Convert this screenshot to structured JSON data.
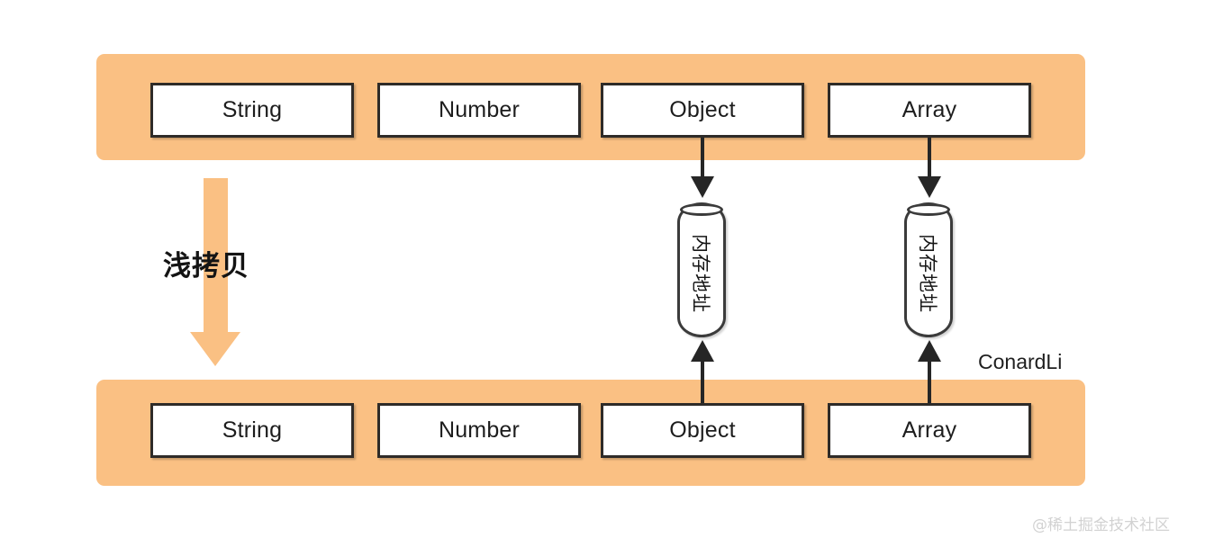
{
  "diagram": {
    "title_label": "浅拷贝",
    "author": "ConardLi",
    "watermark": "@稀土掘金技术社区",
    "colors": {
      "bar_orange": "#fac083",
      "box_border": "#2e2b28",
      "box_fill": "#ffffff",
      "arrow_black": "#262626",
      "text": "#1d1d1d",
      "watermark": "#d2d2d2"
    },
    "top_group": {
      "name": "original-object",
      "items": [
        {
          "label": "String",
          "has_reference": false
        },
        {
          "label": "Number",
          "has_reference": false
        },
        {
          "label": "Object",
          "has_reference": true
        },
        {
          "label": "Array",
          "has_reference": true
        }
      ]
    },
    "bottom_group": {
      "name": "copied-object",
      "items": [
        {
          "label": "String",
          "has_reference": false
        },
        {
          "label": "Number",
          "has_reference": false
        },
        {
          "label": "Object",
          "has_reference": true
        },
        {
          "label": "Array",
          "has_reference": true
        }
      ]
    },
    "memory_cells": [
      {
        "label": "内存地址",
        "for": "Object"
      },
      {
        "label": "内存地址",
        "for": "Array"
      }
    ]
  }
}
